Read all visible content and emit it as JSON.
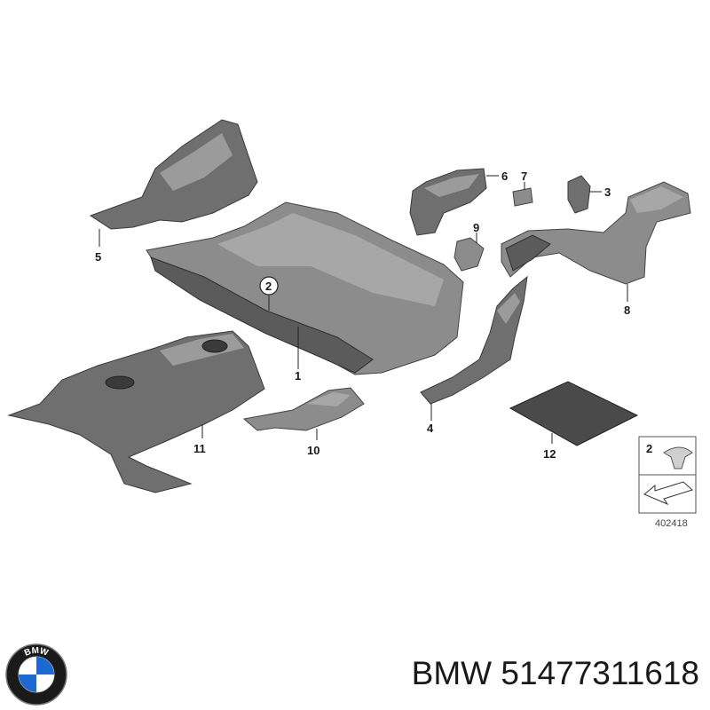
{
  "callouts": {
    "c1": "1",
    "c2": "2",
    "c3": "3",
    "c4": "4",
    "c5": "5",
    "c6": "6",
    "c7": "7",
    "c8": "8",
    "c9": "9",
    "c10": "10",
    "c11": "11",
    "c12": "12"
  },
  "inset": {
    "label": "2",
    "ref_number": "402418"
  },
  "footer": {
    "brand": "BMW",
    "part_number": "51477311618"
  },
  "logo": {
    "text": "BMW"
  },
  "colors": {
    "part_dark": "#5b5b5b",
    "part_mid": "#6f6f6f",
    "part_light": "#8c8c8c",
    "logo_blue": "#1c69d4"
  }
}
